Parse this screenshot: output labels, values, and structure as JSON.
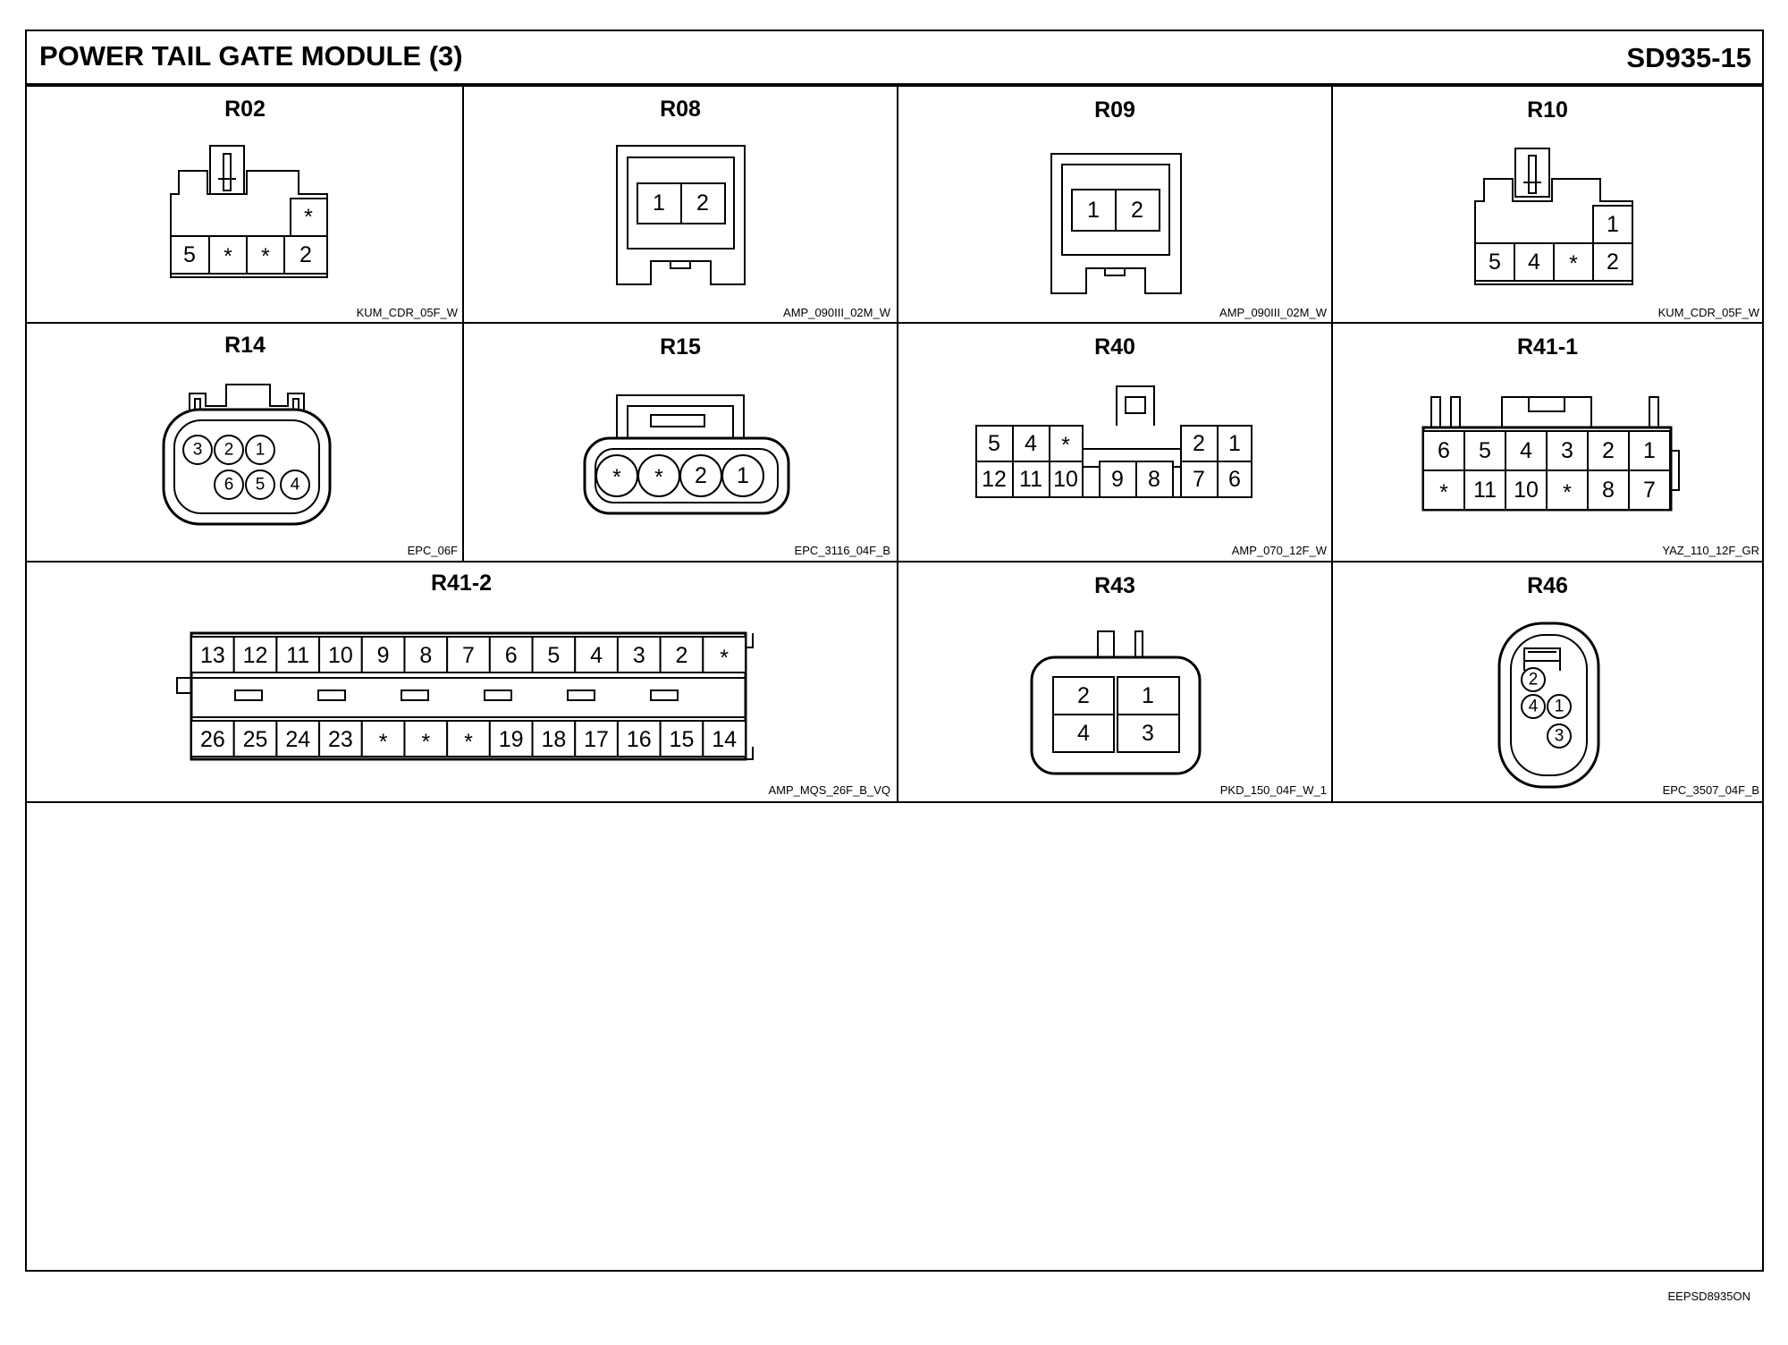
{
  "header": {
    "title": "POWER TAIL GATE MODULE (3)",
    "code": "SD935-15"
  },
  "footer": {
    "code": "EEPSD8935ON"
  },
  "connectors": {
    "r02": {
      "label": "R02",
      "part": "KUM_CDR_05F_W",
      "pins": [
        "*",
        "5",
        "*",
        "*",
        "2"
      ]
    },
    "r08": {
      "label": "R08",
      "part": "AMP_090III_02M_W",
      "pins": [
        "1",
        "2"
      ]
    },
    "r09": {
      "label": "R09",
      "part": "AMP_090III_02M_W",
      "pins": [
        "1",
        "2"
      ]
    },
    "r10": {
      "label": "R10",
      "part": "KUM_CDR_05F_W",
      "pins": [
        "1",
        "5",
        "4",
        "*",
        "2"
      ]
    },
    "r14": {
      "label": "R14",
      "part": "EPC_06F",
      "pins": [
        "3",
        "2",
        "1",
        "6",
        "5",
        "4"
      ]
    },
    "r15": {
      "label": "R15",
      "part": "EPC_3116_04F_B",
      "pins": [
        "*",
        "*",
        "2",
        "1"
      ]
    },
    "r40": {
      "label": "R40",
      "part": "AMP_070_12F_W",
      "pins": [
        "5",
        "4",
        "*",
        "2",
        "1",
        "12",
        "11",
        "10",
        "9",
        "8",
        "7",
        "6"
      ]
    },
    "r41_1": {
      "label": "R41-1",
      "part": "YAZ_110_12F_GR",
      "pins": [
        "6",
        "5",
        "4",
        "3",
        "2",
        "1",
        "*",
        "11",
        "10",
        "*",
        "8",
        "7"
      ]
    },
    "r41_2": {
      "label": "R41-2",
      "part": "AMP_MQS_26F_B_VQ",
      "top_pins": [
        "13",
        "12",
        "11",
        "10",
        "9",
        "8",
        "7",
        "6",
        "5",
        "4",
        "3",
        "2",
        "*"
      ],
      "bottom_pins": [
        "26",
        "25",
        "24",
        "23",
        "*",
        "*",
        "*",
        "19",
        "18",
        "17",
        "16",
        "15",
        "14"
      ]
    },
    "r43": {
      "label": "R43",
      "part": "PKD_150_04F_W_1",
      "pins": [
        "2",
        "1",
        "4",
        "3"
      ]
    },
    "r46": {
      "label": "R46",
      "part": "EPC_3507_04F_B",
      "pins": [
        "2",
        "4",
        "1",
        "3"
      ]
    }
  }
}
